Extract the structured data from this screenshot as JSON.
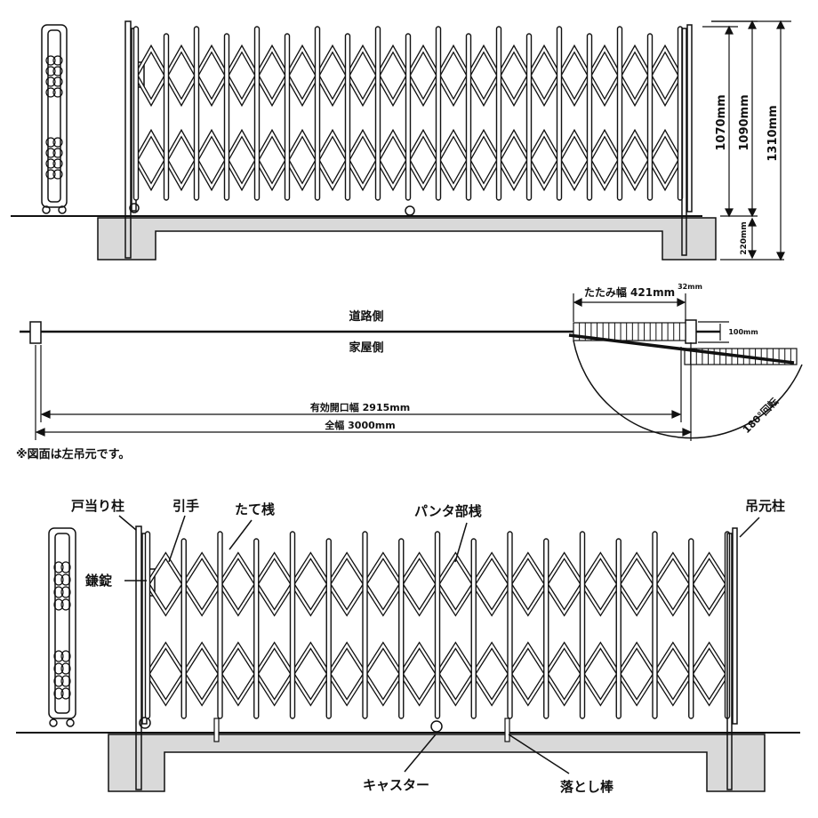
{
  "top_elevation": {
    "dimensions": {
      "gate_height": "1070mm",
      "pillar_height": "1090mm",
      "total_height": "1310mm",
      "foundation_depth": "220mm"
    }
  },
  "plan_view": {
    "road_side": "道路側",
    "house_side": "家屋側",
    "folded_width": "たたみ幅 421mm",
    "post_size": "32mm",
    "offset": "100mm",
    "effective_opening": "有効開口幅 2915mm",
    "total_width": "全幅 3000mm",
    "rotation": "180°回転"
  },
  "note": "※図面は左吊元です。",
  "parts": {
    "door_post": "戸当り柱",
    "handle": "引手",
    "vertical_bar": "たて桟",
    "pantograph_bar": "パンタ部桟",
    "hinge_post": "吊元柱",
    "lock": "鎌錠",
    "caster": "キャスター",
    "drop_rod": "落とし棒"
  },
  "colors": {
    "line": "#111111",
    "foundation": "#d9d9d9"
  }
}
